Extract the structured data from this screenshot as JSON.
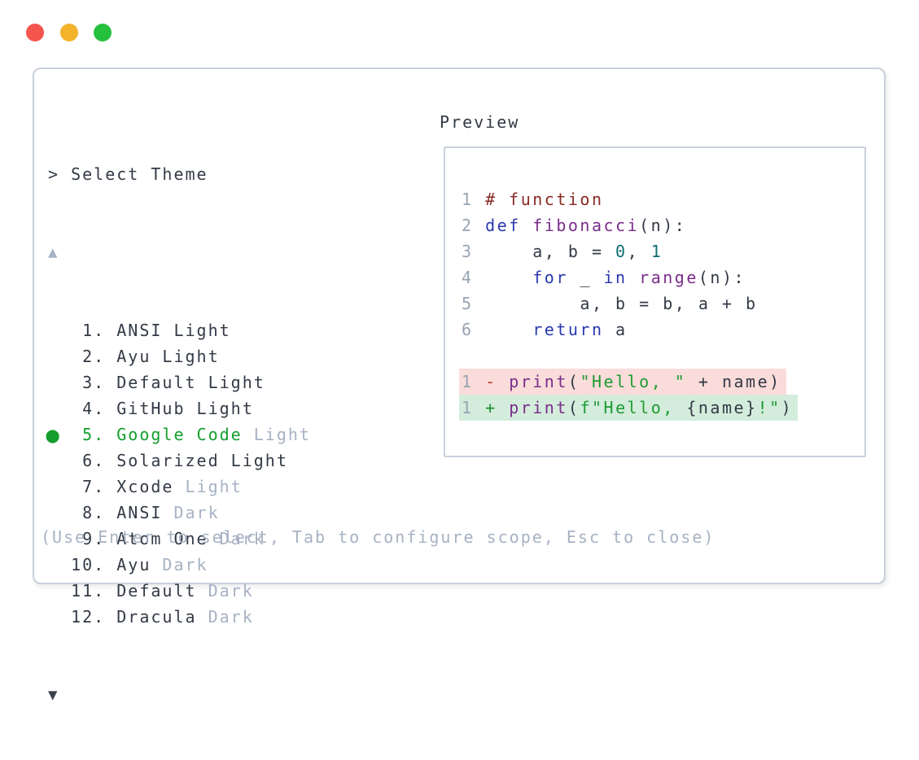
{
  "colors": {
    "traffic_red": "#f4564e",
    "traffic_yellow": "#f3b32b",
    "traffic_green": "#25c13d",
    "border": "#c9d0da",
    "text": "#333a46",
    "dim": "#a7b2c4",
    "line_num": "#98a4b4",
    "green": "#149e2c",
    "arrow_down": "#3b414b",
    "comment": "#8a2a23",
    "kw": "#2938ad",
    "fn": "#7a2d8a",
    "num": "#0c6e70",
    "str": "#1d9b33",
    "minus": "#c5372e",
    "plus": "#1d8f2e",
    "red_bg": "#fadcda",
    "green_bg": "#d3ecdb"
  },
  "window": {
    "controls": [
      "close",
      "minimize",
      "maximize"
    ]
  },
  "selector": {
    "prompt": "> Select Theme",
    "scroll_up_icon": "▲",
    "scroll_down_icon": "▼",
    "items": [
      {
        "num": "1",
        "name": "ANSI Light",
        "variant": "",
        "selected": false
      },
      {
        "num": "2",
        "name": "Ayu Light",
        "variant": "",
        "selected": false
      },
      {
        "num": "3",
        "name": "Default Light",
        "variant": "",
        "selected": false
      },
      {
        "num": "4",
        "name": "GitHub Light",
        "variant": "",
        "selected": false
      },
      {
        "num": "5",
        "name": "Google Code",
        "variant": "Light",
        "selected": true
      },
      {
        "num": "6",
        "name": "Solarized Light",
        "variant": "",
        "selected": false
      },
      {
        "num": "7",
        "name": "Xcode",
        "variant": "Light",
        "selected": false
      },
      {
        "num": "8",
        "name": "ANSI",
        "variant": "Dark",
        "selected": false
      },
      {
        "num": "9",
        "name": "Atom One",
        "variant": "Dark",
        "selected": false
      },
      {
        "num": "10",
        "name": "Ayu",
        "variant": "Dark",
        "selected": false
      },
      {
        "num": "11",
        "name": "Default",
        "variant": "Dark",
        "selected": false
      },
      {
        "num": "12",
        "name": "Dracula",
        "variant": "Dark",
        "selected": false
      }
    ],
    "hint": "(Use Enter to select, Tab to configure scope, Esc to close)"
  },
  "preview": {
    "label": "Preview",
    "code_lines": [
      {
        "num": "1",
        "segments": [
          {
            "t": "# function",
            "c": "comment"
          }
        ]
      },
      {
        "num": "2",
        "segments": [
          {
            "t": "def",
            "c": "kw"
          },
          {
            "t": " ",
            "c": "plain"
          },
          {
            "t": "fibonacci",
            "c": "fn"
          },
          {
            "t": "(n):",
            "c": "plain"
          }
        ]
      },
      {
        "num": "3",
        "segments": [
          {
            "t": "    a, b = ",
            "c": "plain"
          },
          {
            "t": "0",
            "c": "num"
          },
          {
            "t": ", ",
            "c": "plain"
          },
          {
            "t": "1",
            "c": "num"
          }
        ]
      },
      {
        "num": "4",
        "segments": [
          {
            "t": "    ",
            "c": "plain"
          },
          {
            "t": "for",
            "c": "kw"
          },
          {
            "t": " _ ",
            "c": "plain"
          },
          {
            "t": "in",
            "c": "kw"
          },
          {
            "t": " ",
            "c": "plain"
          },
          {
            "t": "range",
            "c": "fn"
          },
          {
            "t": "(n):",
            "c": "plain"
          }
        ]
      },
      {
        "num": "5",
        "segments": [
          {
            "t": "        a, b = b, a + b",
            "c": "plain"
          }
        ]
      },
      {
        "num": "6",
        "segments": [
          {
            "t": "    ",
            "c": "plain"
          },
          {
            "t": "return",
            "c": "kw"
          },
          {
            "t": " a",
            "c": "plain"
          }
        ]
      }
    ],
    "diff_lines": [
      {
        "num": "1",
        "sign": "-",
        "type": "removed",
        "segments": [
          {
            "t": "print",
            "c": "fn"
          },
          {
            "t": "(",
            "c": "plain"
          },
          {
            "t": "\"Hello, \"",
            "c": "str"
          },
          {
            "t": " + name)",
            "c": "plain"
          }
        ]
      },
      {
        "num": "1",
        "sign": "+",
        "type": "added",
        "segments": [
          {
            "t": "print",
            "c": "fn"
          },
          {
            "t": "(",
            "c": "plain"
          },
          {
            "t": "f\"Hello, ",
            "c": "str"
          },
          {
            "t": "{name}",
            "c": "plain"
          },
          {
            "t": "!\"",
            "c": "str"
          },
          {
            "t": ")",
            "c": "plain"
          }
        ]
      }
    ]
  }
}
